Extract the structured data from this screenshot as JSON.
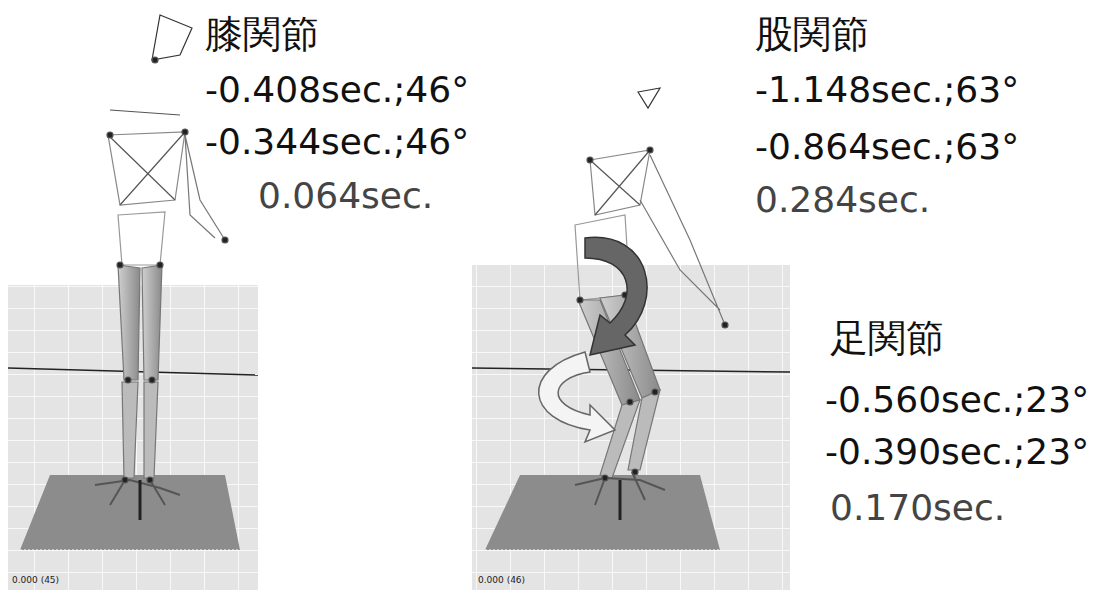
{
  "diagram": {
    "labels": [
      "膝関節",
      "-0.408sec.;46°",
      "-0.344sec.;46°",
      "0.064sec.",
      "股関節",
      "-1.148sec.;63°",
      "-0.864sec.;63°",
      "0.284sec.",
      "足関節",
      "-0.560sec.;23°",
      "-0.390sec.;23°",
      "0.170sec.",
      "0.000 (45)",
      "0.000 (46)"
    ]
  }
}
